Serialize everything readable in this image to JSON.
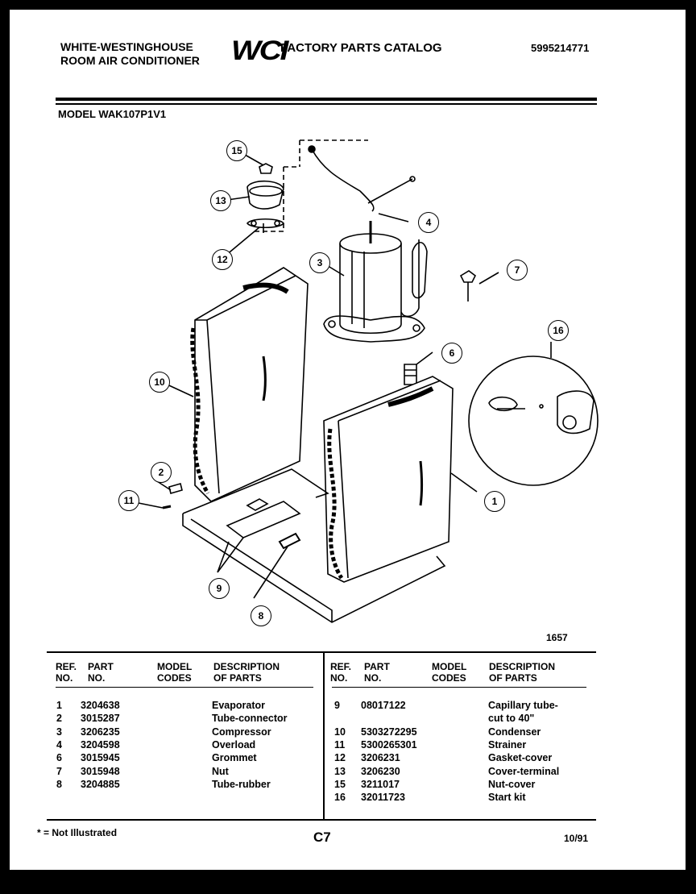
{
  "header": {
    "brand_line1": "WHITE-WESTINGHOUSE",
    "brand_line2": "ROOM AIR CONDITIONER",
    "logo_text": "WCI",
    "catalog_title": "FACTORY PARTS CATALOG",
    "catalog_number": "5995214771",
    "model_label": "MODEL WAK107P1V1"
  },
  "diagram": {
    "callouts": [
      "15",
      "13",
      "12",
      "4",
      "3",
      "7",
      "16",
      "6",
      "10",
      "2",
      "11",
      "1",
      "9",
      "8"
    ],
    "figure_number": "1657"
  },
  "table": {
    "headers": {
      "ref": "REF. NO.",
      "part": "PART NO.",
      "codes": "MODEL CODES",
      "desc": "DESCRIPTION OF PARTS"
    },
    "left_rows": [
      {
        "ref": "1",
        "part": "3204638",
        "desc": "Evaporator"
      },
      {
        "ref": "2",
        "part": "3015287",
        "desc": "Tube-connector"
      },
      {
        "ref": "3",
        "part": "3206235",
        "desc": "Compressor"
      },
      {
        "ref": "4",
        "part": "3204598",
        "desc": "Overload"
      },
      {
        "ref": "6",
        "part": "3015945",
        "desc": "Grommet"
      },
      {
        "ref": "7",
        "part": "3015948",
        "desc": "Nut"
      },
      {
        "ref": "8",
        "part": "3204885",
        "desc": "Tube-rubber"
      }
    ],
    "right_rows": [
      {
        "ref": "9",
        "part": "08017122",
        "desc": "Capillary tube-"
      },
      {
        "ref": "",
        "part": "",
        "desc": "cut to 40\""
      },
      {
        "ref": "10",
        "part": "5303272295",
        "desc": "Condenser"
      },
      {
        "ref": "11",
        "part": "5300265301",
        "desc": "Strainer"
      },
      {
        "ref": "12",
        "part": "3206231",
        "desc": "Gasket-cover"
      },
      {
        "ref": "13",
        "part": "3206230",
        "desc": "Cover-terminal"
      },
      {
        "ref": "15",
        "part": "3211017",
        "desc": "Nut-cover"
      },
      {
        "ref": "16",
        "part": "32011723",
        "desc": "Start kit"
      }
    ]
  },
  "footer": {
    "note": "* = Not Illustrated",
    "page_code": "C7",
    "date": "10/91"
  }
}
